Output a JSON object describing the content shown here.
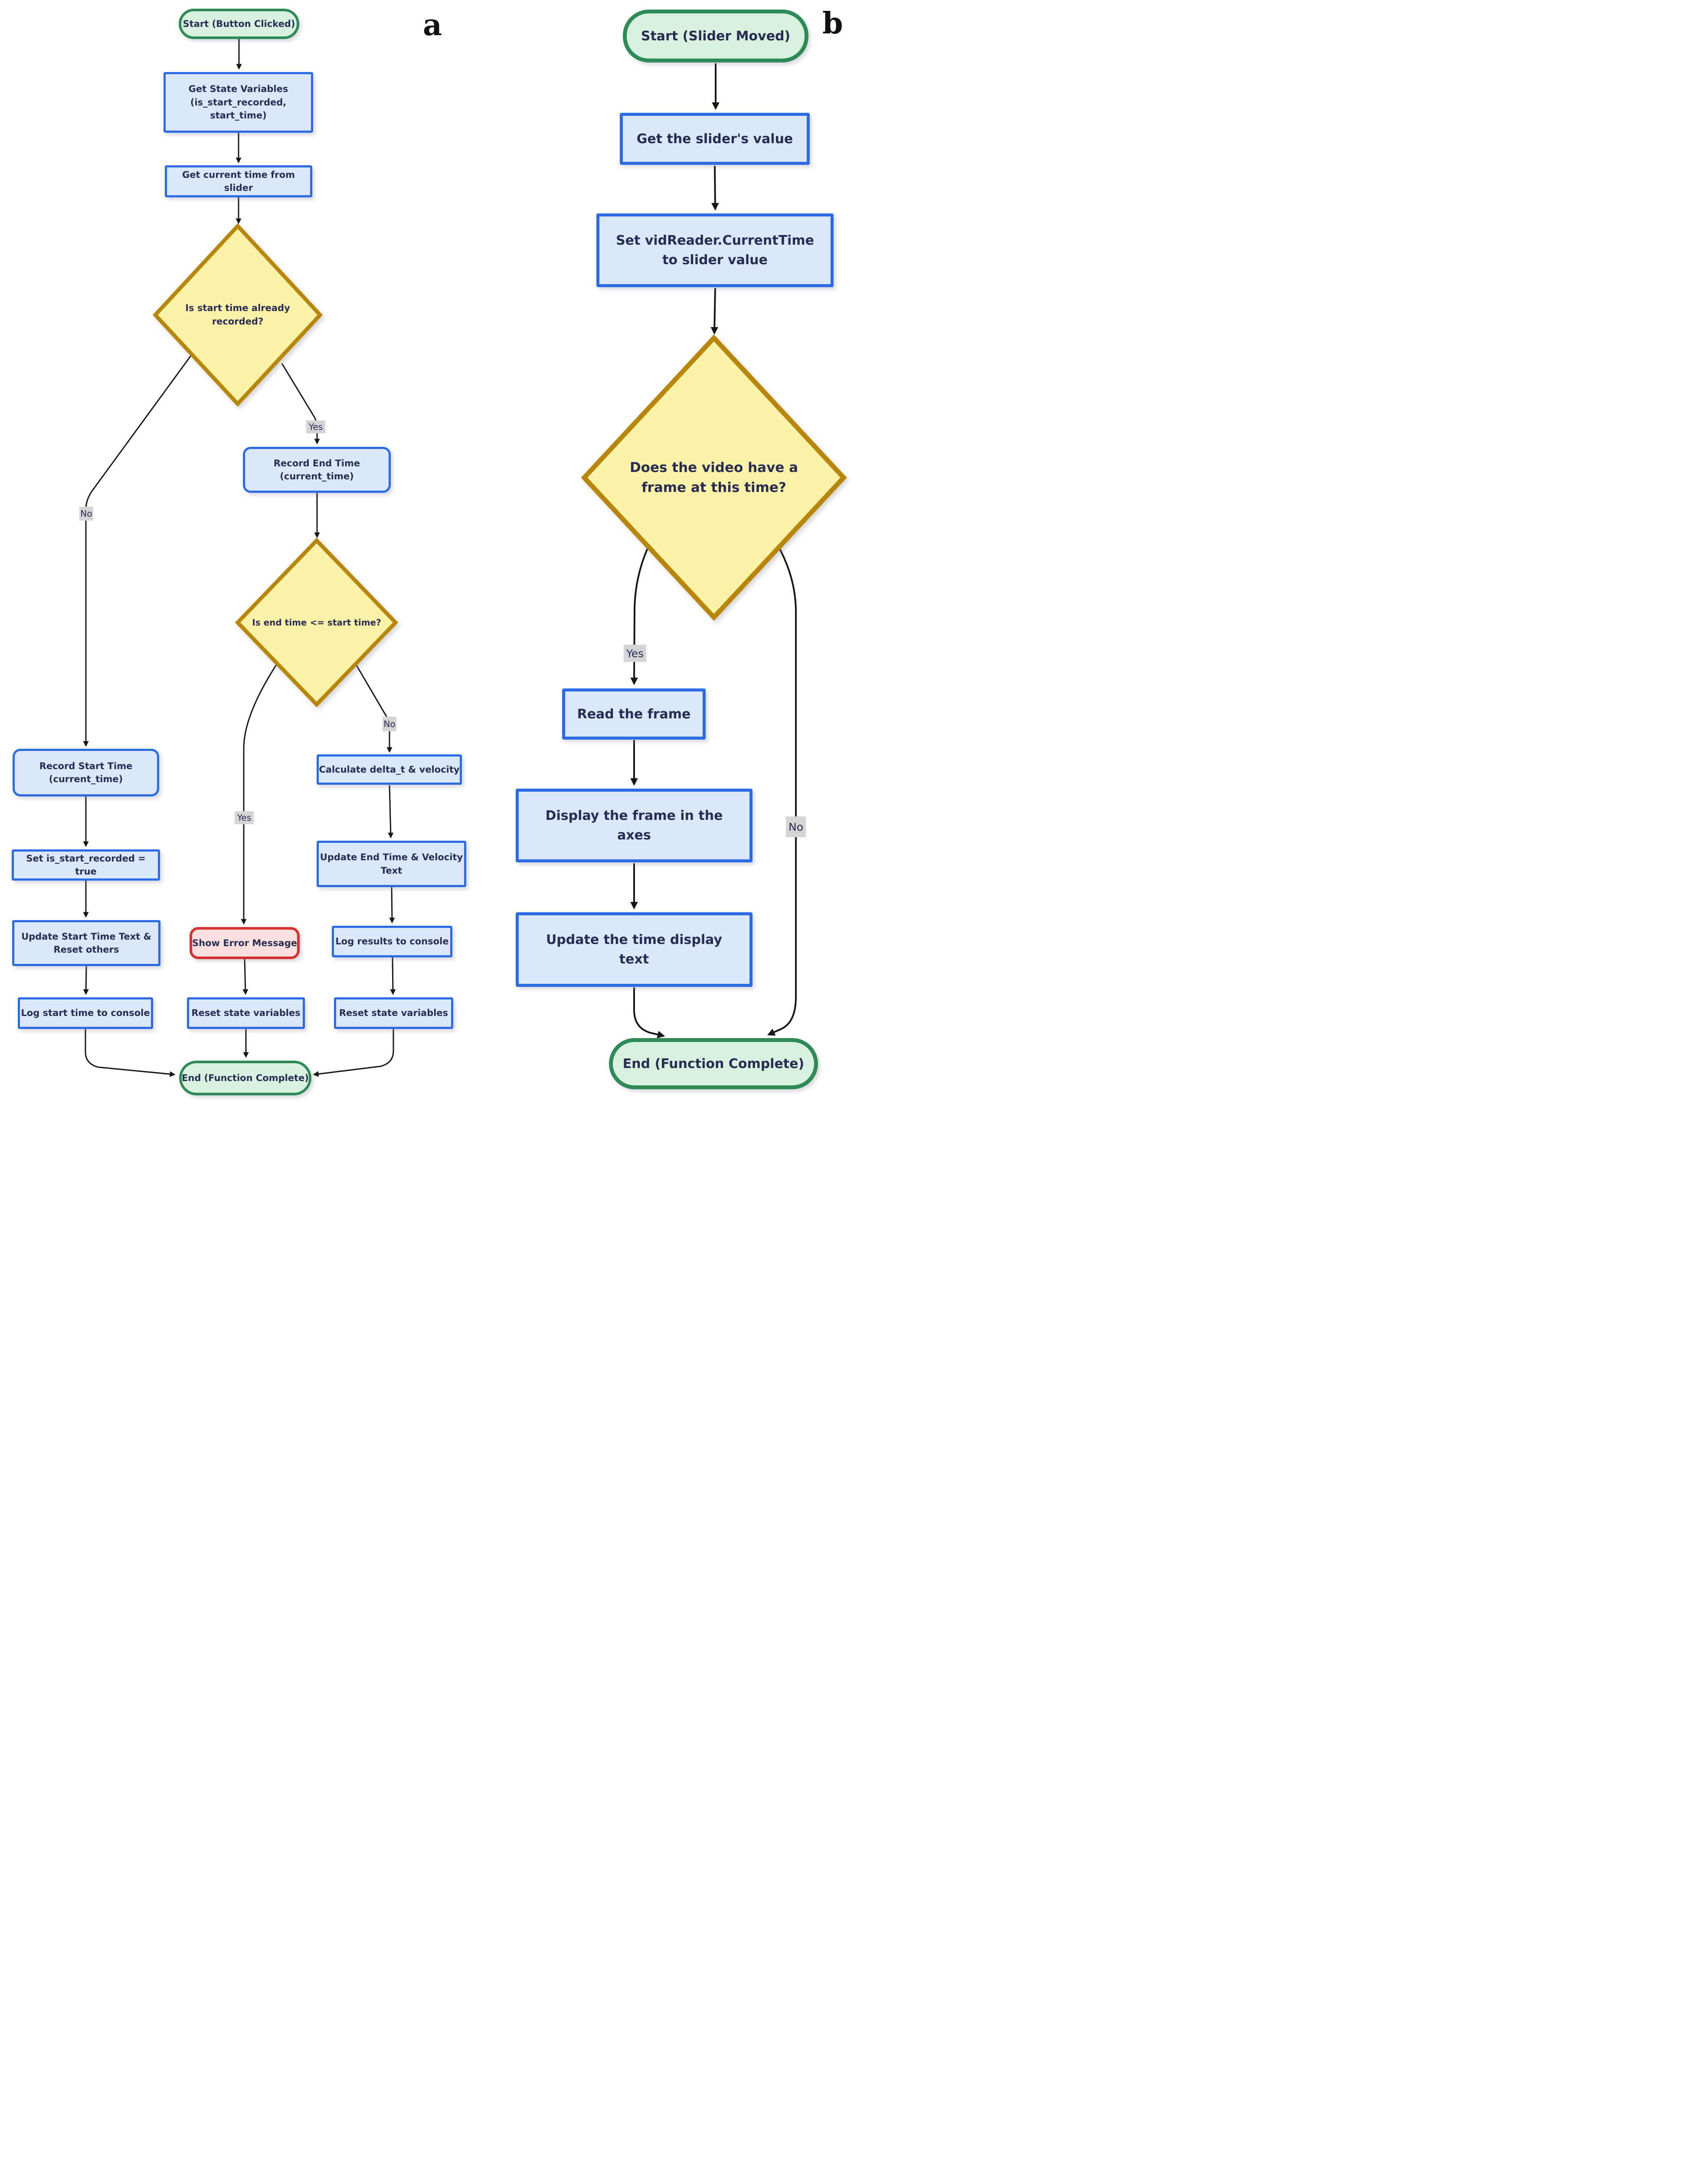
{
  "colors": {
    "process_fill": "#dbe8fc",
    "process_border": "#2b6be4",
    "terminal_fill": "#d9f2df",
    "terminal_border": "#2e8b57",
    "decision_fill": "#fcf3a9",
    "decision_border": "#b8860b",
    "error_fill": "#fbe0e0",
    "error_border": "#d63031",
    "edge_label_bg": "#d4d4d4",
    "text": "#282c52",
    "edge": "#161616"
  },
  "figure_labels": {
    "a": "a",
    "b": "b"
  },
  "flow_a": {
    "start": "Start (Button Clicked)",
    "get_state": "Get State Variables\n(is_start_recorded,\nstart_time)",
    "get_time": "Get current time from slider",
    "decision_start_recorded": "Is start time already\nrecorded?",
    "label_no1": "No",
    "label_yes1": "Yes",
    "record_end": "Record End Time\n(current_time)",
    "decision_end_time": "Is end time <= start time?",
    "label_yes2": "Yes",
    "label_no2": "No",
    "record_start": "Record Start Time\n(current_time)",
    "set_recorded": "Set is_start_recorded = true",
    "update_start": "Update Start Time Text &\nReset others",
    "log_start": "Log start time to console",
    "show_error": "Show Error Message",
    "reset_state_left": "Reset state variables",
    "calculate": "Calculate delta_t & velocity",
    "update_end": "Update End Time & Velocity\nText",
    "log_results": "Log results to console",
    "reset_state_right": "Reset state variables",
    "end": "End (Function Complete)"
  },
  "flow_b": {
    "start": "Start (Slider Moved)",
    "get_value": "Get the slider's value",
    "set_current_time": "Set vidReader.CurrentTime\nto slider value",
    "decision_frame": "Does the video have a\nframe at this time?",
    "label_yes": "Yes",
    "label_no": "No",
    "read_frame": "Read the frame",
    "display_frame": "Display the frame in the\naxes",
    "update_time_text": "Update the time display\ntext",
    "end": "End (Function Complete)"
  }
}
